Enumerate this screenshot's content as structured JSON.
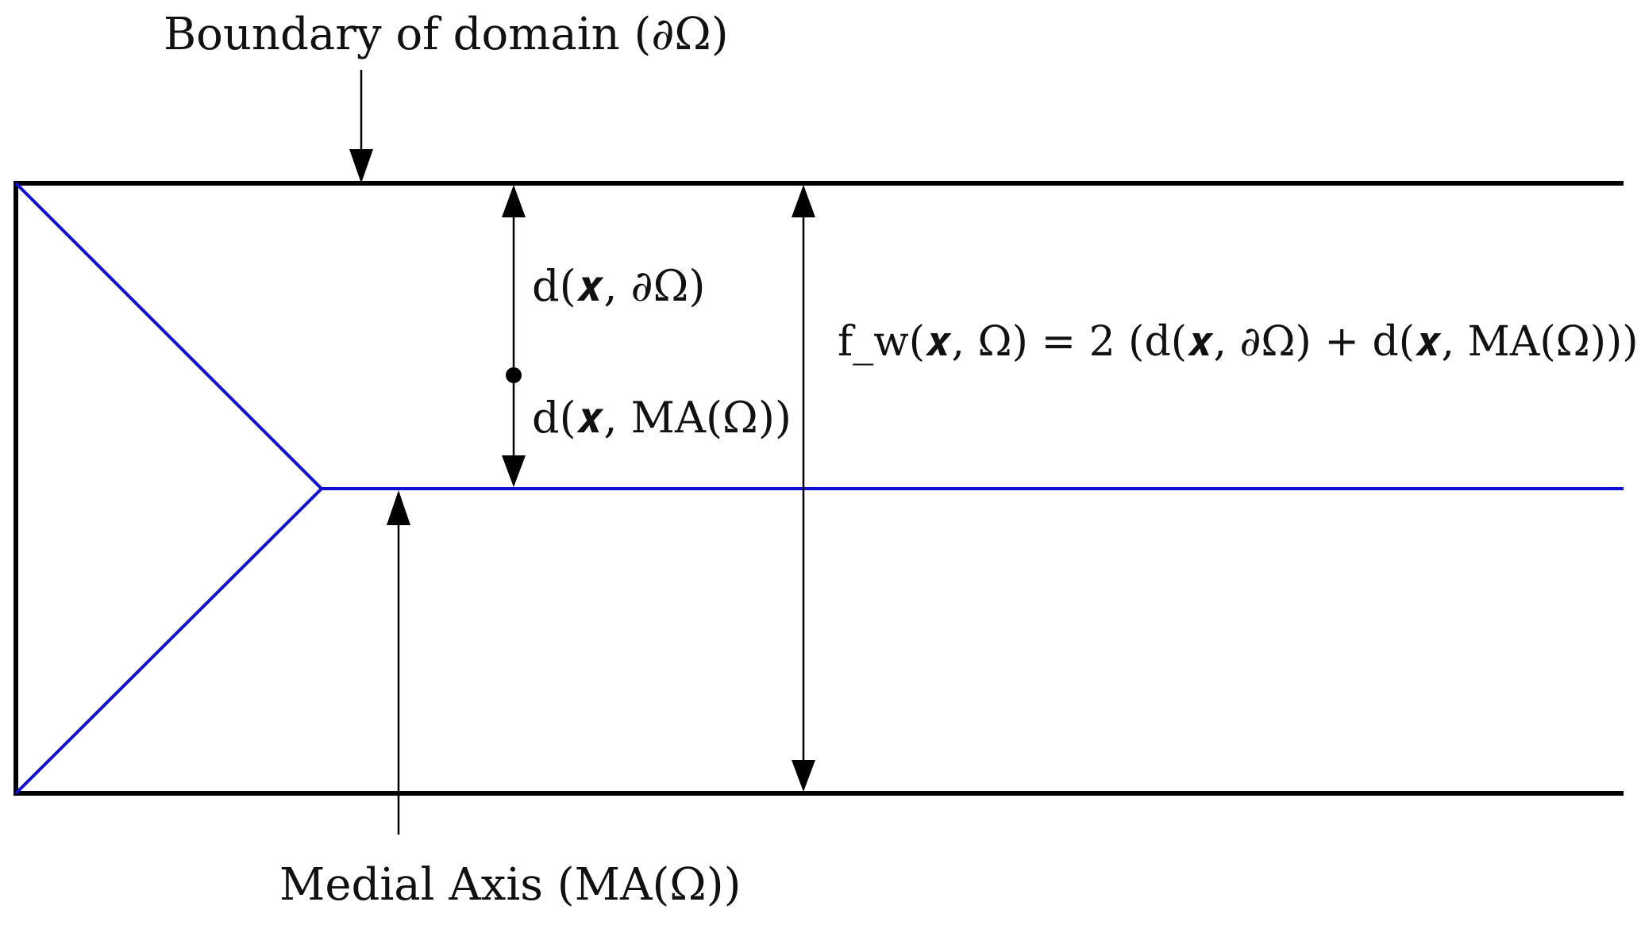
{
  "labels": {
    "boundary": "Boundary of domain (∂Ω)",
    "medial_axis": "Medial Axis (MA(Ω))",
    "dist_boundary": "d(𝒙, ∂Ω)",
    "dist_medial_axis": "d(𝒙, MA(Ω))",
    "formula": "f_w(𝒙, Ω) = 2 (d(𝒙, ∂Ω) + d(𝒙, MA(Ω)))"
  },
  "colors": {
    "boundary": "#000000",
    "medial_axis": "#1010d8",
    "annotation": "#000000"
  }
}
